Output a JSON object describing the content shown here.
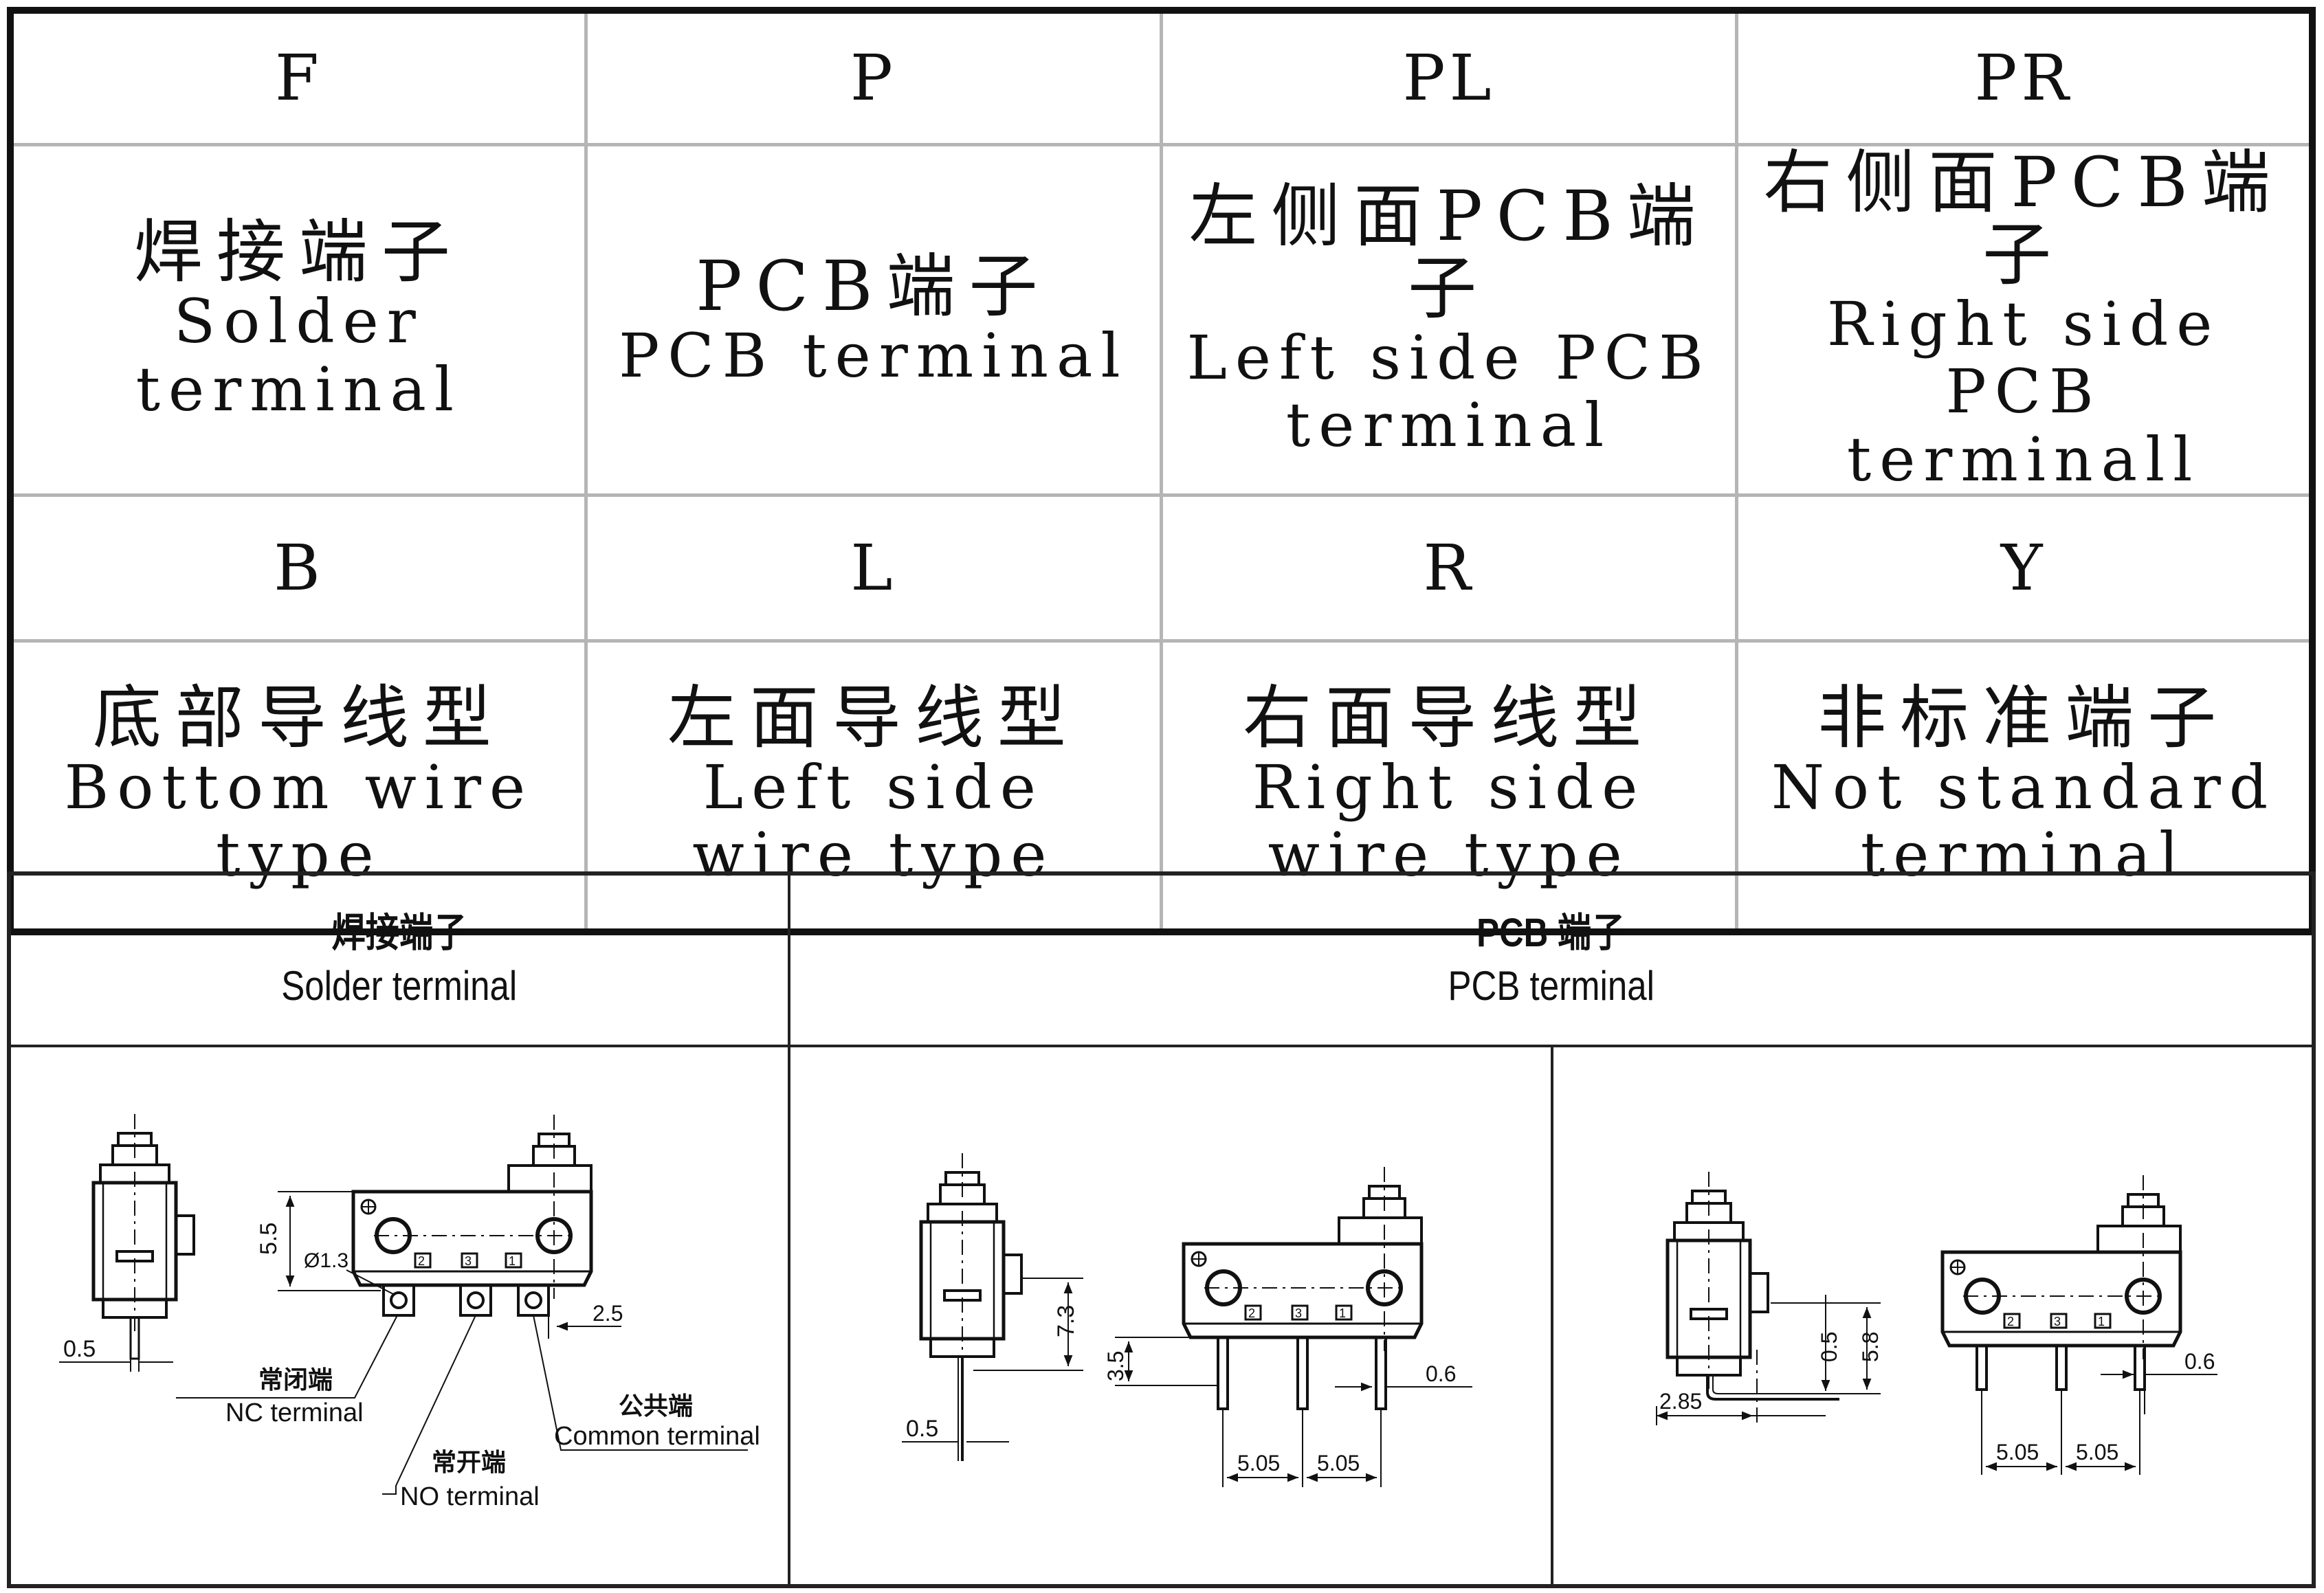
{
  "terminal_table": {
    "row1_codes": [
      "F",
      "P",
      "PL",
      "PR"
    ],
    "row1_desc": [
      {
        "zh": "焊接端子",
        "en": "Solder\nterminal"
      },
      {
        "zh": "PCB端子",
        "en": "PCB terminal"
      },
      {
        "zh": "左侧面PCB端子",
        "en": "Left side PCB\nterminal"
      },
      {
        "zh": "右侧面PCB端子",
        "en": "Right side PCB\nterminall"
      }
    ],
    "row2_codes": [
      "B",
      "L",
      "R",
      "Y"
    ],
    "row2_desc": [
      {
        "zh": "底部导线型",
        "en": "Bottom wire\ntype"
      },
      {
        "zh": "左面导线型",
        "en": "Left side\nwire type"
      },
      {
        "zh": "右面导线型",
        "en": "Right side\nwire type"
      },
      {
        "zh": "非标准端子",
        "en": "Not standard\nterminal"
      }
    ]
  },
  "drawings": {
    "solder_header": {
      "zh": "焊接端子",
      "en": "Solder terminal"
    },
    "pcb_header": {
      "zh": "PCB  端子",
      "en": "PCB terminal"
    },
    "solder": {
      "dim_side": "0.5",
      "dim_height": "5.5",
      "dim_hole": "Ø1.3",
      "dim_pitch": "2.5",
      "pins": [
        "2",
        "3",
        "1"
      ],
      "nc_zh": "常闭端",
      "nc_en": "NC terminal",
      "no_zh": "常开端",
      "no_en": "NO terminal",
      "com_zh": "公共端",
      "com_en": "Common terminal"
    },
    "pcb_straight": {
      "dim_side": "0.5",
      "dim_pin_len": "7.3",
      "dim_pin_proj": "3.5",
      "dim_pin_w": "0.6",
      "dim_pitch_1": "5.05",
      "dim_pitch_2": "5.05",
      "pins": [
        "2",
        "3",
        "1"
      ]
    },
    "pcb_side": {
      "dim_offset": "2.85",
      "dim_a": "0.5",
      "dim_b": "5.8",
      "dim_pin_w": "0.6",
      "dim_pitch_1": "5.05",
      "dim_pitch_2": "5.05",
      "pins": [
        "2",
        "3",
        "1"
      ]
    }
  }
}
